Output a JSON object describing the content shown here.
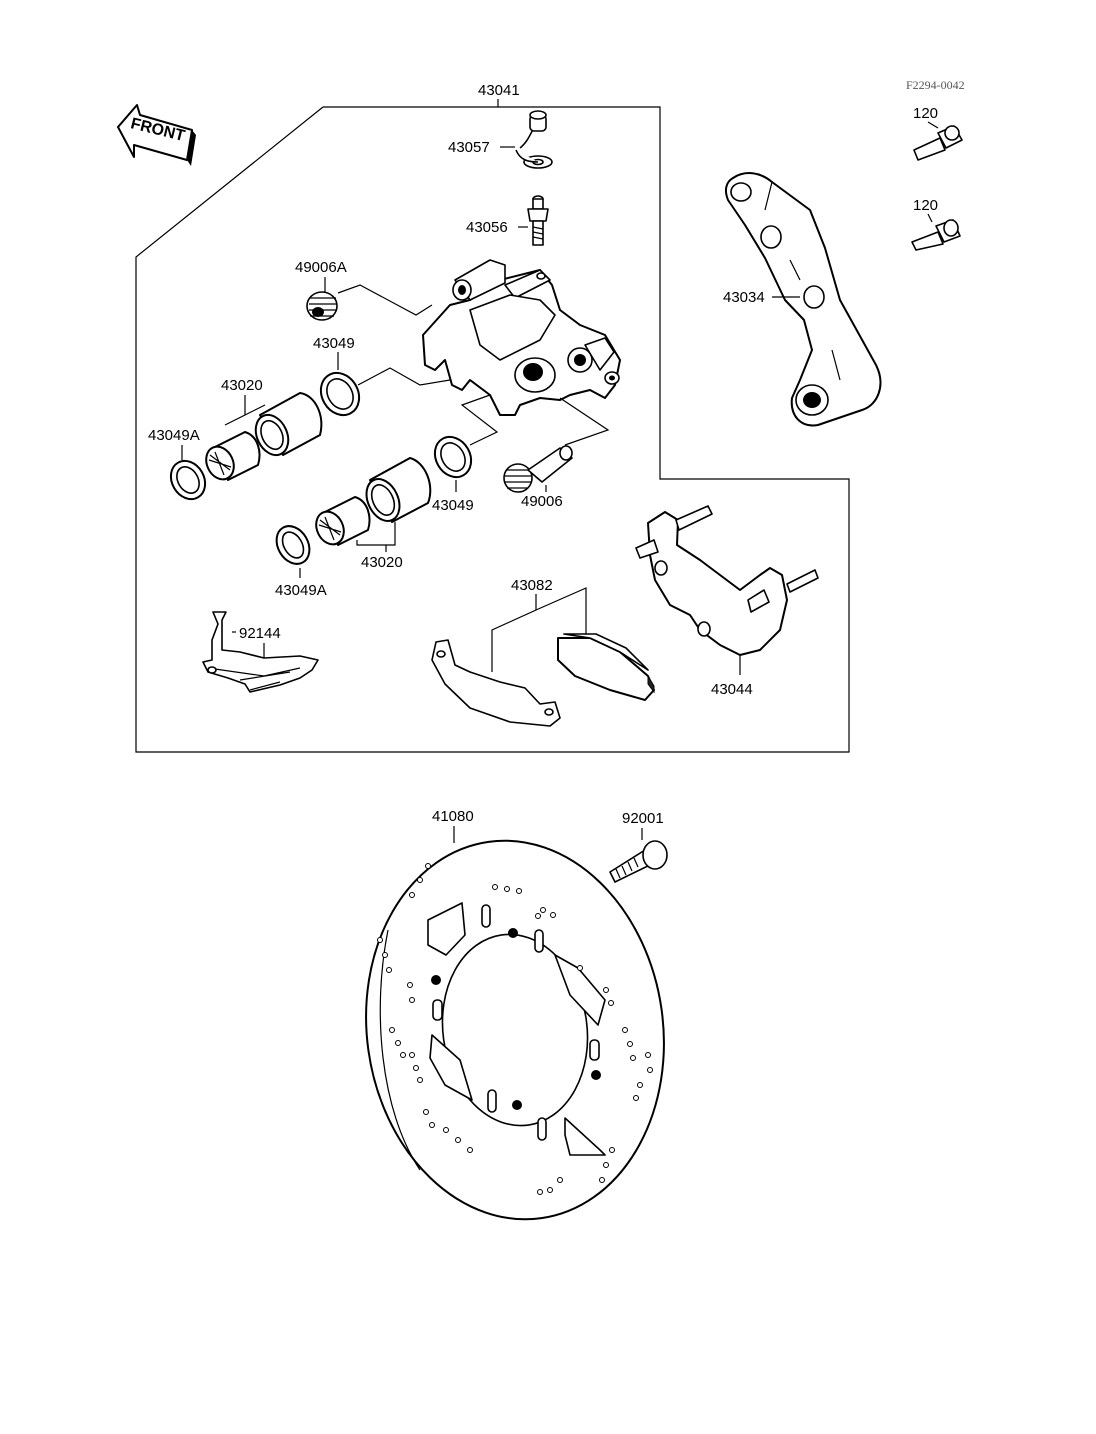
{
  "figure_code": "F2294-0042",
  "front_label": "FRONT",
  "callouts": {
    "c43041": "43041",
    "c43057": "43057",
    "c43056": "43056",
    "c49006A": "49006A",
    "c43049_top": "43049",
    "c43020_top": "43020",
    "c43049A_top": "43049A",
    "c43049_mid": "43049",
    "c49006": "49006",
    "c43020_bot": "43020",
    "c43049A_bot": "43049A",
    "c43082": "43082",
    "c92144": "92144",
    "c43044": "43044",
    "c43034": "43034",
    "c120_a": "120",
    "c120_b": "120",
    "c41080": "41080",
    "c92001": "92001"
  }
}
